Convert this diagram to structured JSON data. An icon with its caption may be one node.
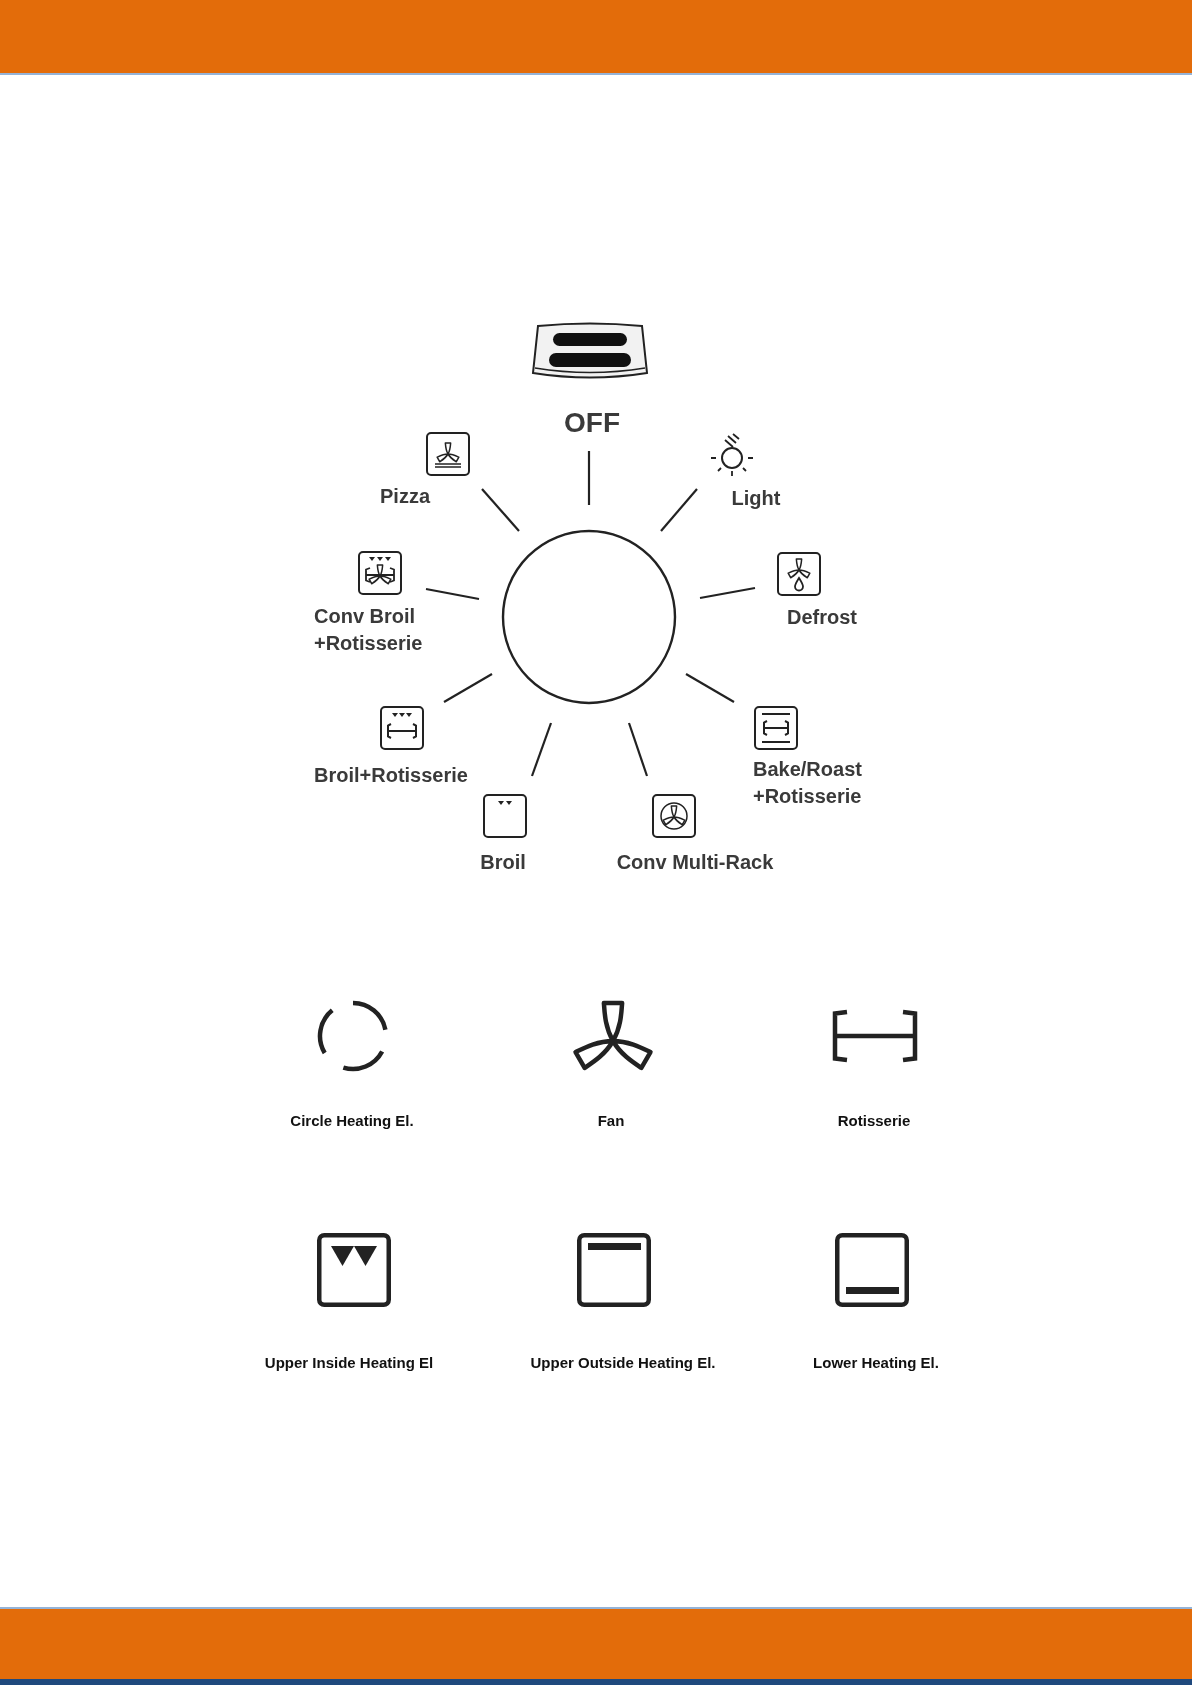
{
  "diagram": {
    "nodes": [
      {
        "text": [],
        "shape": "circle"
      }
    ],
    "labels": [
      "OFF",
      "Pizza",
      "Light",
      "Conv Broil +Rotisserie",
      "Defrost",
      "Broil+Rotisserie",
      "Bake/Roast +Rotisserie",
      "Broil",
      "Conv Multi-Rack"
    ],
    "legend": [
      {
        "text": "Circle Heating El."
      },
      {
        "text": "Fan"
      },
      {
        "text": "Rotisserie"
      },
      {
        "text": "Upper Inside Heating El"
      },
      {
        "text": "Upper Outside Heating El."
      },
      {
        "text": "Lower Heating El."
      }
    ]
  }
}
